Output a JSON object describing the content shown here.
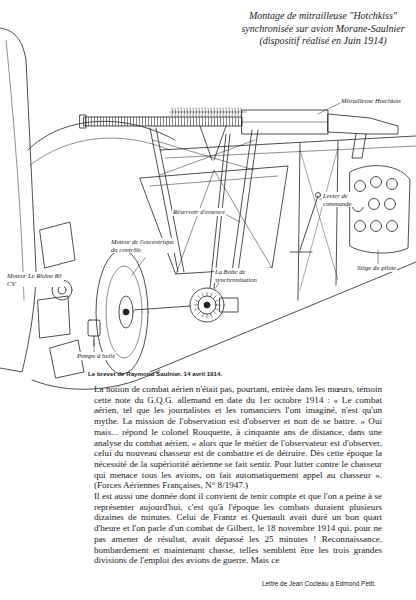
{
  "diagram": {
    "title": "Montage de mitrailleuse \"Hotchkiss\" synchronisée sur avion Morane-Saulnier (dispositif réalisé en Juin 1914)",
    "caption": "Le brevet de Raymond Saulnier. 14 avril 1914.",
    "labels": [
      "Mitrailleuse Hotchkiss",
      "Réservoir d'essence",
      "Levier de commande",
      "Siège du pilote",
      "Moteur de l'excentrique du contrôle",
      "La Boîte de synchronisation",
      "Moteur Le Rhône 80 CV",
      "Pompe à huile",
      "La notion de combat aérien n'était pas, pourtant, entrée dans les mœurs, témoin cette note du G.Q.G. allemand en date du 1er octobre 1914 : « Le combat aérien, tel que les journalistes et les romanciers l'ont imaginé, n'est qu'un mythe. La mission de l'observation est d'observer et non de se battre. » Oui mais... répond le colonel Rouquette, à cinquante ans de distance, dans une analyse du combat aérien, « alors que le métier de l'observateur est d'observer, celui du nouveau chasseur est de combattre et de détruire. Dès cette époque la nécessité de la supériorité aérienne se fait sentir. Pour lutter contre le chasseur qui menace tous les avions, on fait automatiquement appel au chasseur ». (Forces Aériennes Françaises, N° 8/1947.)",
      "Il est aussi une donnée dont il convient de tenir compte et que l'on a peine à se représenter aujourd'hui, c'est qu'à l'époque les combats duraient plusieurs dizaines de minutes. Celui de Frantz et Quenault avait duré un bon quart d'heure et l'on parle d'un combat de Gilbert, le 18 novembre 1914 qui, pour ne pas amener de résultat, avait dépassé les 25 minutes ! Reconnaissance, bombardement et maintenant chasse, telles semblent être les trois grandes divisions de l'emploi des avions de guerre. Mais ce",
      "Lettre de Jean Cocteau à Edmond Petit."
    ]
  }
}
